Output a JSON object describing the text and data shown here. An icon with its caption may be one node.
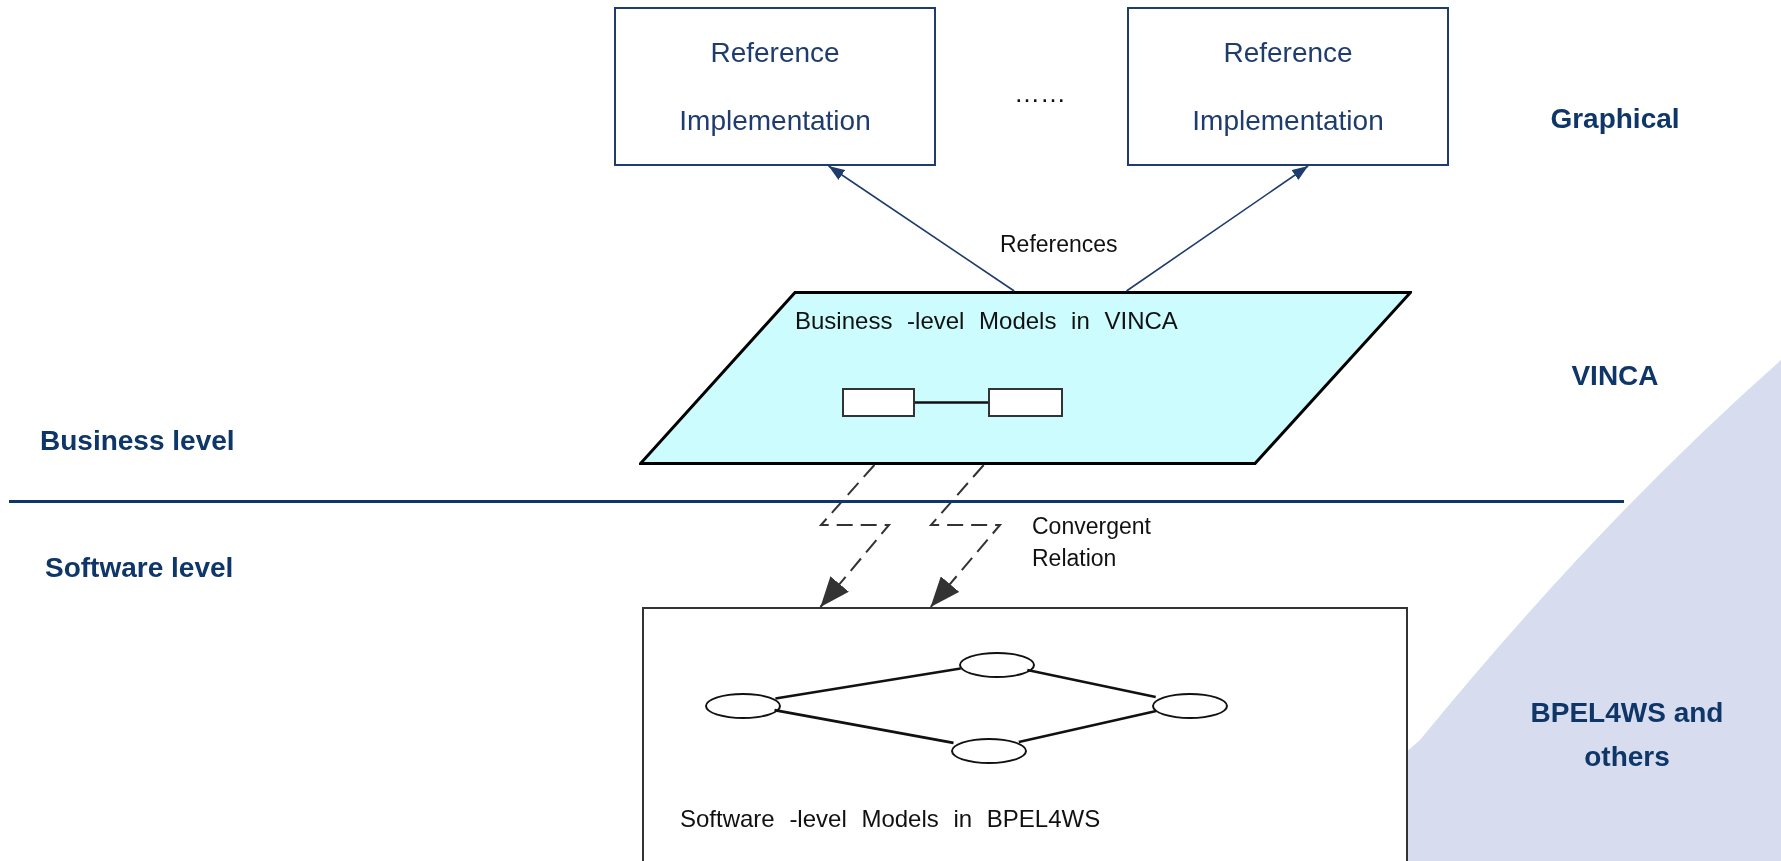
{
  "diagram": {
    "nodes": [
      {
        "text": [
          "Reference Implementation"
        ]
      },
      {
        "text": [
          "Reference Implementation"
        ]
      },
      {
        "text": [
          "Business -level Models in VINCA"
        ]
      },
      {
        "text": [],
        "shape": "box",
        "in": 2
      },
      {
        "text": [],
        "shape": "box",
        "in": 2
      },
      {
        "text": [
          "Software -level Models in BPEL4WS"
        ]
      },
      {
        "text": [],
        "shape": "ellipse",
        "in": 5
      },
      {
        "text": [],
        "shape": "ellipse",
        "in": 5
      },
      {
        "text": [],
        "shape": "ellipse",
        "in": 5
      },
      {
        "text": [],
        "shape": "ellipse",
        "in": 5
      }
    ],
    "edges": [
      {
        "from": 2,
        "to": 0,
        "arrow": "to",
        "color": "#1f3c6e",
        "label": "References"
      },
      {
        "from": 2,
        "to": 1,
        "arrow": "to",
        "color": "#1f3c6e"
      },
      {
        "from": 3,
        "to": 4,
        "arrow": "none"
      },
      {
        "from": 6,
        "to": 7,
        "arrow": "none"
      },
      {
        "from": 6,
        "to": 8,
        "arrow": "none"
      },
      {
        "from": 7,
        "to": 9,
        "arrow": "none"
      },
      {
        "from": 8,
        "to": 9,
        "arrow": "none"
      },
      {
        "from": 2,
        "to": 5,
        "arrow": "to",
        "style": "dashed"
      },
      {
        "from": 2,
        "to": 5,
        "arrow": "to",
        "style": "dashed",
        "label": "Convergent Relation"
      }
    ],
    "labels": [
      "……",
      "Graphical",
      "VINCA",
      "Business level",
      "Software level",
      "BPEL4WS and others"
    ]
  }
}
